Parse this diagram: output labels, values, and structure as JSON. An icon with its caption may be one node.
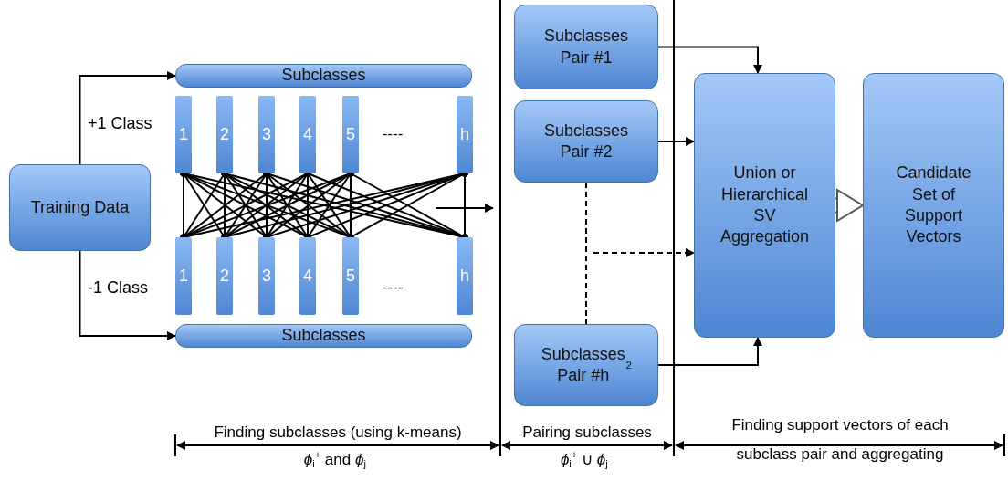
{
  "diagram": {
    "nodes": [
      {
        "text": [
          "Training Data"
        ]
      },
      {
        "text": [
          "Subclasses"
        ]
      },
      {
        "text": [
          "1"
        ]
      },
      {
        "text": [
          "2"
        ]
      },
      {
        "text": [
          "3"
        ]
      },
      {
        "text": [
          "4"
        ]
      },
      {
        "text": [
          "5"
        ]
      },
      {
        "text": [
          "h"
        ]
      },
      {
        "text": [
          "1"
        ]
      },
      {
        "text": [
          "2"
        ]
      },
      {
        "text": [
          "3"
        ]
      },
      {
        "text": [
          "4"
        ]
      },
      {
        "text": [
          "5"
        ]
      },
      {
        "text": [
          "h"
        ]
      },
      {
        "text": [
          "Subclasses"
        ]
      },
      {
        "text": [
          "Subclasses Pair #1"
        ]
      },
      {
        "text": [
          "Subclasses Pair #2"
        ]
      },
      {
        "text": [
          "Subclasses Pair #h$^{2}$"
        ]
      },
      {
        "text": [
          "Union or Hierarchical SV Aggregation"
        ]
      },
      {
        "text": [
          "Candidate Set of Support Vectors"
        ]
      }
    ],
    "edges": [
      {
        "from": 0,
        "to": 1,
        "arrow": "to",
        "label": "+1 Class"
      },
      {
        "from": 0,
        "to": 14,
        "arrow": "to",
        "label": "-1 Class"
      },
      {
        "from": 2,
        "to": 8,
        "arrow": "other"
      },
      {
        "from": 2,
        "to": 9,
        "arrow": "other"
      },
      {
        "from": 2,
        "to": 10,
        "arrow": "other"
      },
      {
        "from": 2,
        "to": 11,
        "arrow": "other"
      },
      {
        "from": 2,
        "to": 12,
        "arrow": "other"
      },
      {
        "from": 2,
        "to": 13,
        "arrow": "other"
      },
      {
        "from": 3,
        "to": 8,
        "arrow": "other"
      },
      {
        "from": 3,
        "to": 9,
        "arrow": "other"
      },
      {
        "from": 3,
        "to": 10,
        "arrow": "other"
      },
      {
        "from": 3,
        "to": 11,
        "arrow": "other"
      },
      {
        "from": 3,
        "to": 12,
        "arrow": "other"
      },
      {
        "from": 3,
        "to": 13,
        "arrow": "other"
      },
      {
        "from": 4,
        "to": 8,
        "arrow": "other"
      },
      {
        "from": 4,
        "to": 9,
        "arrow": "other"
      },
      {
        "from": 4,
        "to": 10,
        "arrow": "other"
      },
      {
        "from": 4,
        "to": 11,
        "arrow": "other"
      },
      {
        "from": 4,
        "to": 12,
        "arrow": "other"
      },
      {
        "from": 4,
        "to": 13,
        "arrow": "other"
      },
      {
        "from": 5,
        "to": 8,
        "arrow": "other"
      },
      {
        "from": 5,
        "to": 9,
        "arrow": "other"
      },
      {
        "from": 5,
        "to": 10,
        "arrow": "other"
      },
      {
        "from": 5,
        "to": 11,
        "arrow": "other"
      },
      {
        "from": 5,
        "to": 12,
        "arrow": "other"
      },
      {
        "from": 5,
        "to": 13,
        "arrow": "other"
      },
      {
        "from": 6,
        "to": 8,
        "arrow": "other"
      },
      {
        "from": 6,
        "to": 9,
        "arrow": "other"
      },
      {
        "from": 6,
        "to": 10,
        "arrow": "other"
      },
      {
        "from": 6,
        "to": 11,
        "arrow": "other"
      },
      {
        "from": 6,
        "to": 12,
        "arrow": "other"
      },
      {
        "from": 6,
        "to": 13,
        "arrow": "other"
      },
      {
        "from": 7,
        "to": 8,
        "arrow": "other"
      },
      {
        "from": 7,
        "to": 9,
        "arrow": "other"
      },
      {
        "from": 7,
        "to": 10,
        "arrow": "other"
      },
      {
        "from": 7,
        "to": 11,
        "arrow": "other"
      },
      {
        "from": 7,
        "to": 12,
        "arrow": "other"
      },
      {
        "from": 7,
        "to": 13,
        "arrow": "other"
      },
      {
        "from": 15,
        "to": 18,
        "arrow": "to"
      },
      {
        "from": 16,
        "to": 18,
        "arrow": "to"
      },
      {
        "from": 16,
        "to": 17,
        "arrow": "none",
        "style": "dashed"
      },
      {
        "from": null,
        "to": 18,
        "arrow": "to",
        "style": "dashed"
      },
      {
        "from": 17,
        "to": 18,
        "arrow": "to"
      },
      {
        "from": 18,
        "to": 19,
        "arrow": "to",
        "style": "thick"
      }
    ],
    "labels": [
      "----",
      "----",
      "Finding subclasses (using k-means)",
      "*ϕ*$_{i}$$^{+}$ and *ϕ*$_{j}$$^{−}$",
      "Pairing subclasses",
      "*ϕ*$_{i}$$^{+}$ ∪ *ϕ*$_{j}$$^{−}$",
      "Finding support vectors of each subclass pair and aggregating"
    ]
  }
}
